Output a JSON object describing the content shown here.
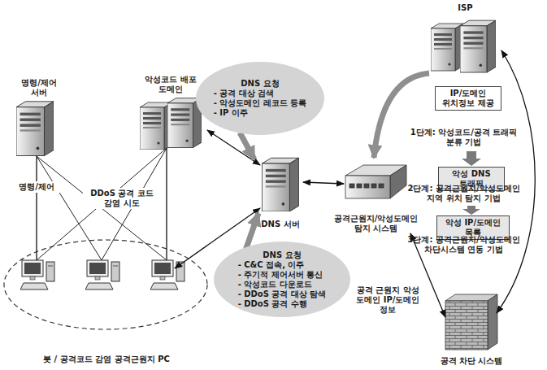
{
  "diagram": {
    "nodes": [
      {
        "text": [
          "명령/제어 서버"
        ]
      },
      {
        "text": [
          "악성코드 배포 도메인"
        ]
      },
      {
        "text": [
          "DNS 요청",
          "- 공격 대상 검색",
          "- 악성도메인 레코드 등록",
          "- IP 이주"
        ]
      },
      {
        "text": [
          "DNS 서버"
        ]
      },
      {
        "text": [
          "공격근원지/악성도메인 탐지 시스템"
        ]
      },
      {
        "text": [
          "ISP"
        ]
      },
      {
        "text": [
          "IP/도메인 위치정보 제공"
        ]
      },
      {
        "text": [
          "악성 DNS 트래픽"
        ]
      },
      {
        "text": [
          "악성 IP/도메인 목록"
        ]
      },
      {
        "text": [
          "DNS 요청",
          "- C&C 접속, 이주",
          "- 주기적 제어서버 통신",
          "- 악성코드 다운로드",
          "- DDoS 공격 대상 탐색",
          "- DDoS 공격 수행"
        ]
      },
      {
        "text": [
          "봇 / 공격코드 감염 공격근원지 PC"
        ]
      },
      {
        "text": [
          "공격 차단 시스템"
        ]
      }
    ],
    "edges": [
      {
        "from": 0,
        "to": 10,
        "label": "명령/제어",
        "arrow": "none"
      },
      {
        "from": 1,
        "to": 10,
        "label": "DDoS 공격 코드 감염 시도",
        "arrow": "none"
      },
      {
        "from": 1,
        "to": 3,
        "arrow": "both"
      },
      {
        "from": 2,
        "to": 3,
        "arrow": "to"
      },
      {
        "from": 10,
        "to": 3,
        "arrow": "both"
      },
      {
        "from": 9,
        "to": 3,
        "arrow": "to"
      },
      {
        "from": 3,
        "to": 4,
        "arrow": "both"
      },
      {
        "from": 5,
        "to": 4,
        "arrow": "to"
      },
      {
        "from": 4,
        "to": 11,
        "label": "공격 근원지 악성 도메인 IP/도메인 정보",
        "arrow": "both"
      },
      {
        "from": 11,
        "to": 5,
        "arrow": "both"
      }
    ],
    "labels": [
      "1단계: 악성코드/공격 트래픽 분류 기법",
      "2단계: 공격근원지/악성도메인 지역 위치 탐지 기법",
      "3단계: 공격근원지/악성도메인 차단시스템 연동 기법"
    ]
  }
}
